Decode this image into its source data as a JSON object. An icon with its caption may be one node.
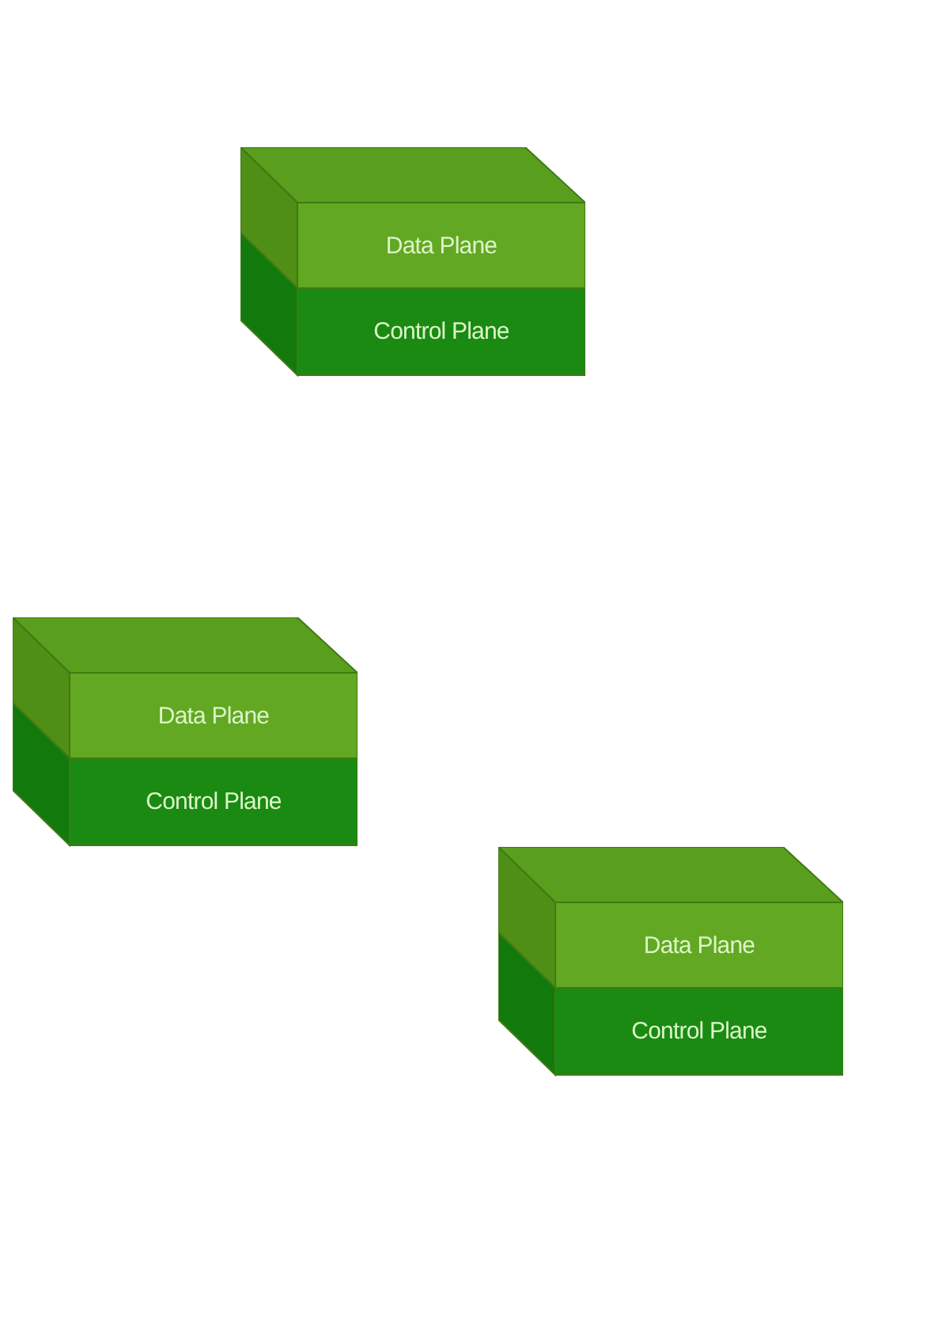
{
  "diagram": {
    "nodes": [
      {
        "text": [
          "Data Plane",
          "Control Plane"
        ]
      },
      {
        "text": [
          "Data Plane",
          "Control Plane"
        ]
      },
      {
        "text": [
          "Data Plane",
          "Control Plane"
        ]
      }
    ]
  }
}
